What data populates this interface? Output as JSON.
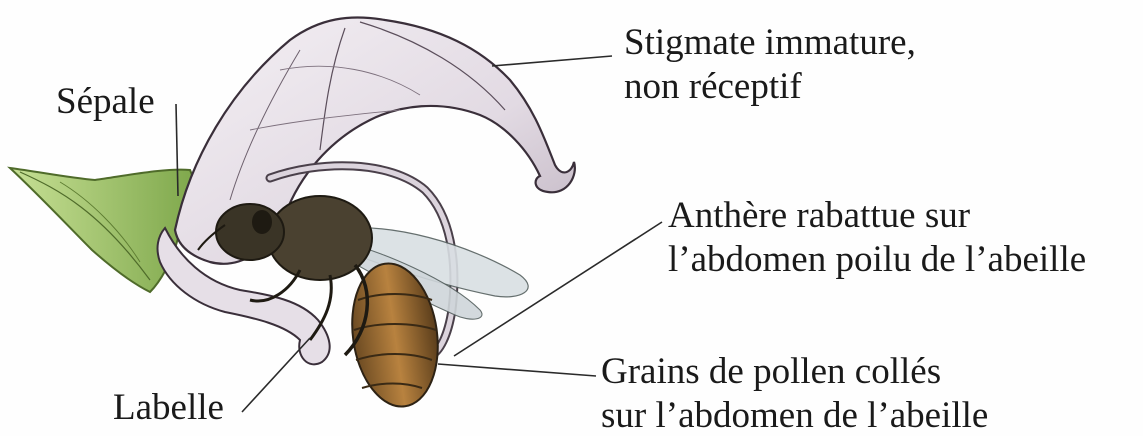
{
  "labels": {
    "stigmate": {
      "line1": "Stigmate immature,",
      "line2": "non réceptif"
    },
    "sepale": {
      "text": "Sépale"
    },
    "anthere": {
      "line1": "Anthère rabattue sur",
      "line2": "l’abdomen poilu de l’abeille"
    },
    "grains": {
      "line1": "Grains de pollen collés",
      "line2": "sur l’abdomen de l’abeille"
    },
    "labelle": {
      "text": "Labelle"
    }
  },
  "icons": [
    "orchid-flower-illustration",
    "bee-illustration"
  ],
  "colors": {
    "petal": "#e9e3ea",
    "petal_shade": "#b9aebb",
    "sepal_green": "#9cc26a",
    "bee_body": "#3c3426",
    "bee_abdomen": "#a7743a",
    "wing": "#d9dfe3",
    "ink": "#1a1a1a"
  }
}
